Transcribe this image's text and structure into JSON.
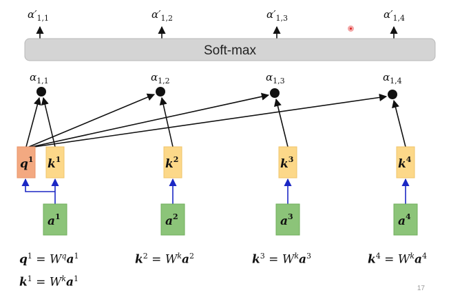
{
  "output_labels": [
    {
      "base": "α′",
      "sub": "1,1"
    },
    {
      "base": "α′",
      "sub": "1,2"
    },
    {
      "base": "α′",
      "sub": "1,3"
    },
    {
      "base": "α′",
      "sub": "1,4"
    }
  ],
  "softmax_label": "Soft-max",
  "score_labels": [
    {
      "base": "α",
      "sub": "1,1"
    },
    {
      "base": "α",
      "sub": "1,2"
    },
    {
      "base": "α",
      "sub": "1,3"
    },
    {
      "base": "α",
      "sub": "1,4"
    }
  ],
  "query": {
    "base": "q",
    "sup": "1"
  },
  "keys": [
    {
      "base": "k",
      "sup": "1"
    },
    {
      "base": "k",
      "sup": "2"
    },
    {
      "base": "k",
      "sup": "3"
    },
    {
      "base": "k",
      "sup": "4"
    }
  ],
  "inputs": [
    {
      "base": "a",
      "sup": "1"
    },
    {
      "base": "a",
      "sup": "2"
    },
    {
      "base": "a",
      "sup": "3"
    },
    {
      "base": "a",
      "sup": "4"
    }
  ],
  "equations": [
    {
      "lhs": "q",
      "lhs_sup": "1",
      "eq": " = ",
      "W": "W",
      "W_sup": "q",
      "rhs": "a",
      "rhs_sup": "1"
    },
    {
      "lhs": "k",
      "lhs_sup": "2",
      "eq": " = ",
      "W": "W",
      "W_sup": "k",
      "rhs": "a",
      "rhs_sup": "2"
    },
    {
      "lhs": "k",
      "lhs_sup": "3",
      "eq": " = ",
      "W": "W",
      "W_sup": "k",
      "rhs": "a",
      "rhs_sup": "3"
    },
    {
      "lhs": "k",
      "lhs_sup": "4",
      "eq": " = ",
      "W": "W",
      "W_sup": "k",
      "rhs": "a",
      "rhs_sup": "4"
    },
    {
      "lhs": "k",
      "lhs_sup": "1",
      "eq": " = ",
      "W": "W",
      "W_sup": "k",
      "rhs": "a",
      "rhs_sup": "1"
    }
  ],
  "page_number": "17",
  "colors": {
    "query_box": "#f3a981",
    "key_box": "#fcd889",
    "input_box": "#8cc479",
    "softmax_bar": "#d4d4d4",
    "arrow_blue": "#1b27c4"
  }
}
